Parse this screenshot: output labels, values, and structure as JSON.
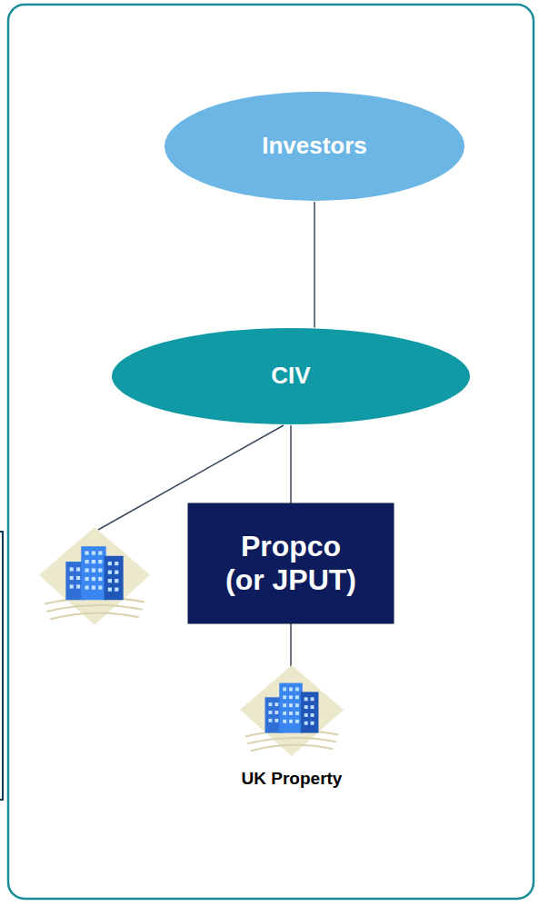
{
  "diagram": {
    "nodes": [
      {
        "text": [
          "Investors"
        ]
      },
      {
        "text": [
          "CIV"
        ]
      },
      {
        "text": [
          "Propco (or JPUT)"
        ]
      }
    ],
    "edges": [
      {
        "from": 0,
        "to": 1,
        "arrow": "none"
      },
      {
        "from": 1,
        "to": 2,
        "arrow": "none"
      }
    ],
    "labels": [
      "UK Property"
    ]
  }
}
